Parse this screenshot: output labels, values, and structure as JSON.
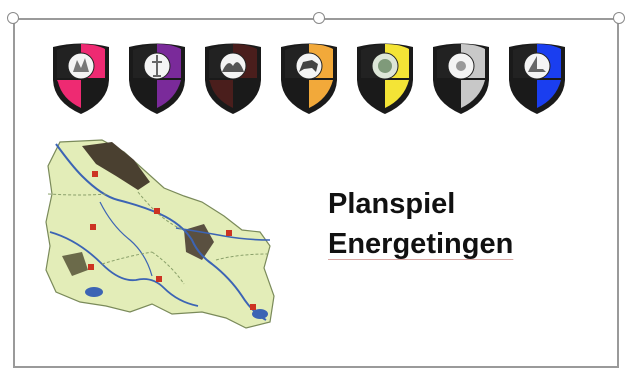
{
  "slide": {
    "title_line1": "Planspiel",
    "title_line2": "Energetingen"
  },
  "colors": {
    "frame_border": "#9a9a9a",
    "title_text": "#111111",
    "shield_black": "#1a1a1a",
    "map_land": "#e3edb8",
    "map_river": "#3c64b4",
    "map_mountains": "#4a4030"
  },
  "shields": [
    {
      "color": "#ee2a72",
      "icon": "building-emblem"
    },
    {
      "color": "#7a2a9a",
      "icon": "figure-emblem"
    },
    {
      "color": "#4a1e1c",
      "icon": "landscape-emblem"
    },
    {
      "color": "#f2a93a",
      "icon": "horse-emblem"
    },
    {
      "color": "#f4e436",
      "icon": "globe-emblem"
    },
    {
      "color": "#c8c8c8",
      "icon": "sun-emblem"
    },
    {
      "color": "#1a3ef0",
      "icon": "sailing-emblem"
    }
  ]
}
